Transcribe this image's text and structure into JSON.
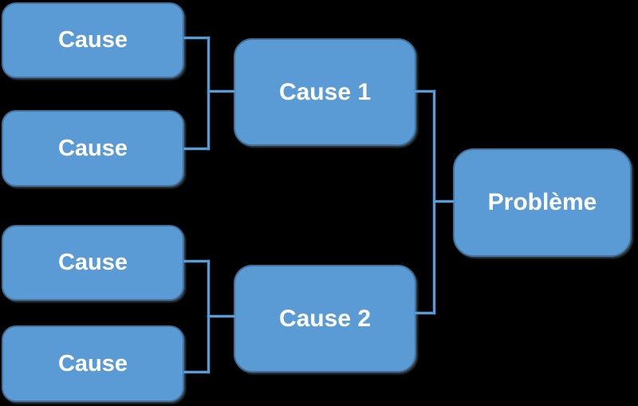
{
  "diagram": {
    "type": "cause-effect-tree",
    "problem": {
      "label": "Problème"
    },
    "causes_level1": [
      {
        "label": "Cause 1"
      },
      {
        "label": "Cause 2"
      }
    ],
    "causes_level2": [
      {
        "label": "Cause"
      },
      {
        "label": "Cause"
      },
      {
        "label": "Cause"
      },
      {
        "label": "Cause"
      }
    ],
    "colors": {
      "box_fill": "#5B9BD5",
      "box_border": "#41719C",
      "connector": "#5B9BD5",
      "text": "#FFFFFF",
      "background": "#000000"
    }
  }
}
